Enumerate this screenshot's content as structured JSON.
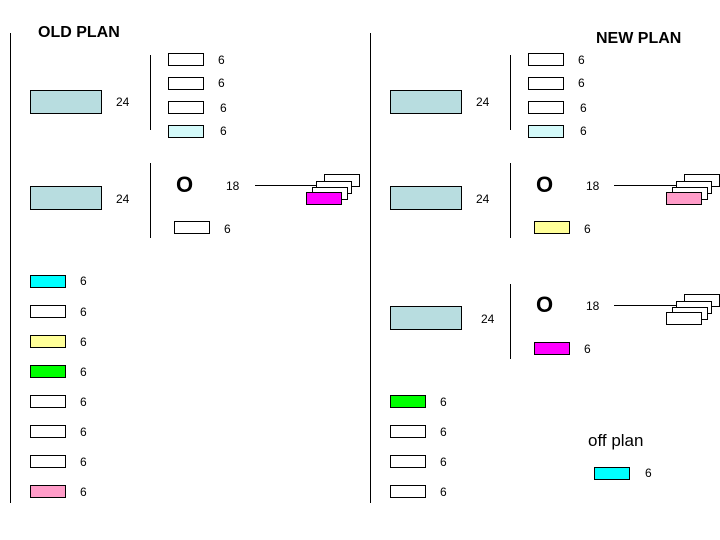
{
  "title_old": "OLD PLAN",
  "title_new": "NEW PLAN",
  "off_plan_label": "off plan",
  "lbl_6": "6",
  "lbl_18": "18",
  "lbl_24": "24",
  "oglyph": "O",
  "colors": {
    "teal": "#b8dde0",
    "white": "#ffffff",
    "light_cyan": "#d4fafa",
    "magenta": "#ff00ff",
    "pink": "#ff9cc8",
    "light_yellow": "#ffff99",
    "cyan": "#00ffff",
    "green": "#00ff00"
  }
}
